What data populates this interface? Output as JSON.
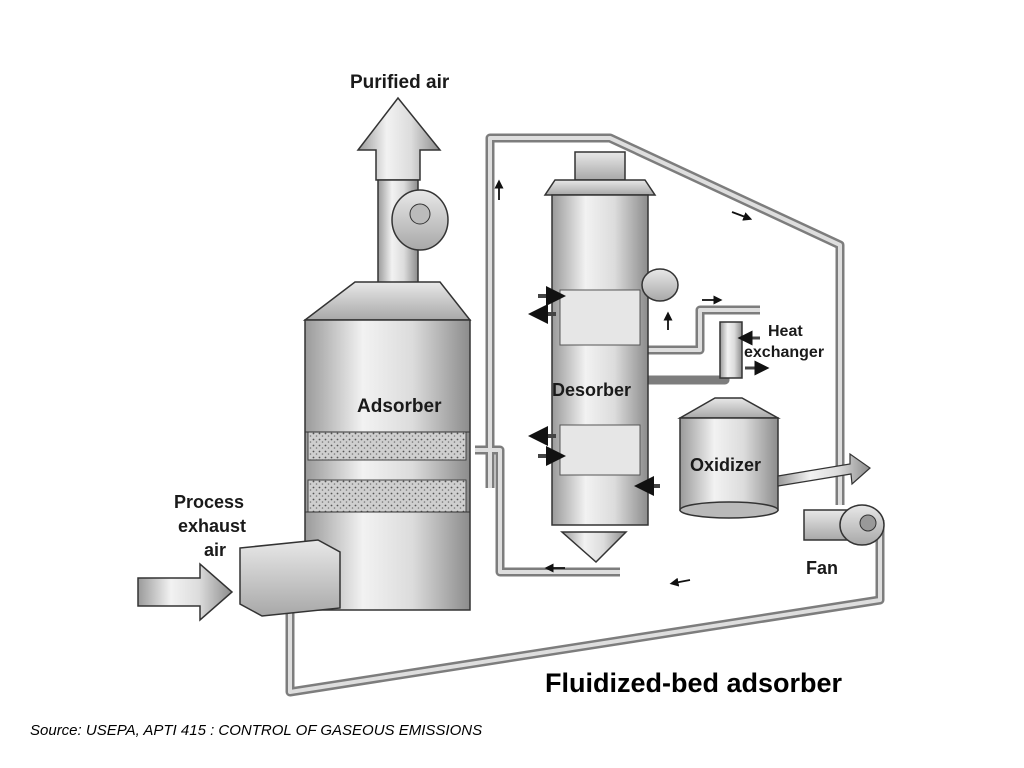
{
  "diagram": {
    "labels": {
      "purified_air": "Purified air",
      "adsorber": "Adsorber",
      "desorber": "Desorber",
      "heat_exchanger_line1": "Heat",
      "heat_exchanger_line2": "exchanger",
      "oxidizer": "Oxidizer",
      "process_line1": "Process",
      "process_line2": "exhaust",
      "process_line3": "air",
      "fan": "Fan"
    },
    "title": "Fluidized-bed adsorber",
    "source": "Source: USEPA, APTI 415 : CONTROL OF GASEOUS EMISSIONS"
  }
}
